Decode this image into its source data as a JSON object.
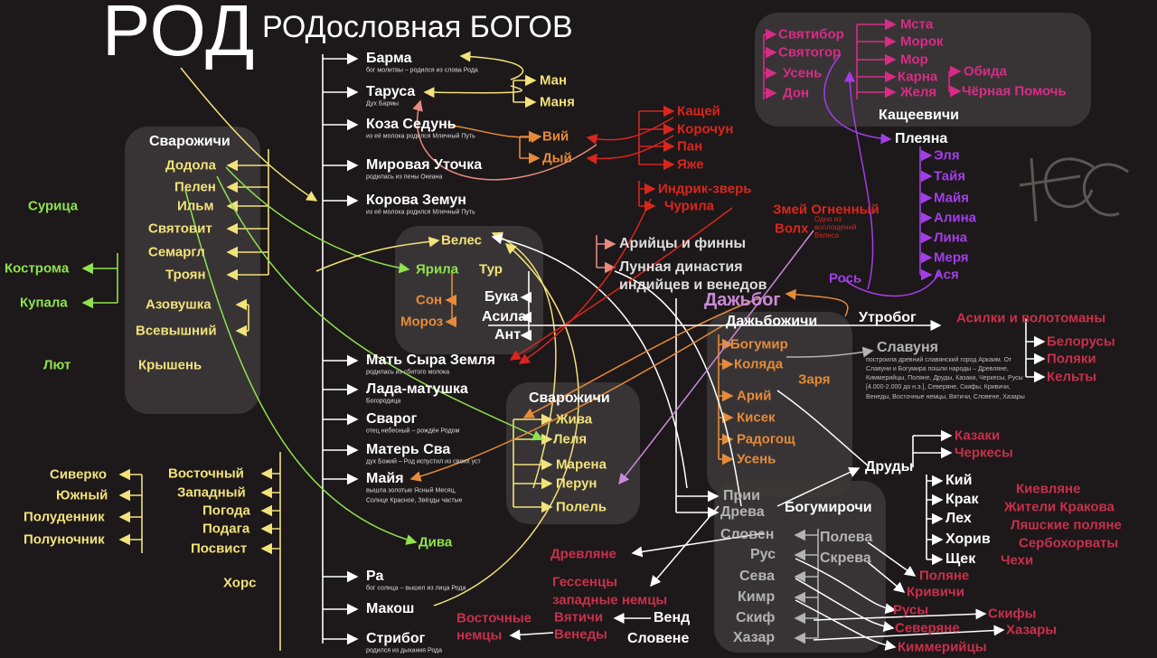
{
  "title": {
    "main": "РОД",
    "sub": "РОДословная БОГОВ"
  },
  "rod_children": [
    {
      "name": "Барма",
      "note": "бог молитвы – родился из слова Рода"
    },
    {
      "name": "Таруса",
      "note": "Дух Бармы"
    },
    {
      "name": "Коза Седунь",
      "note": "из её молока родился Млечный Путь"
    },
    {
      "name": "Мировая Уточка",
      "note": "родилась из пены Океана"
    },
    {
      "name": "Корова Земун",
      "note": "из её молока родился Млечный Путь"
    },
    {
      "name": "Мать Сыра Земля",
      "note": "родилась из сбитого молока"
    },
    {
      "name": "Лада-матушка",
      "note": "Богородица"
    },
    {
      "name": "Сварог",
      "note": "отец небесный – рождён Родом"
    },
    {
      "name": "Матерь Сва",
      "note": "дух Божий – Род испустил из своих уст"
    },
    {
      "name": "Майя",
      "note": "вышла золотые Ясный Месяц,",
      "note2": "Солнце Красное, Звёзды частые"
    },
    {
      "name": "Ра",
      "note": "бог солнца – вышел из лица Рода"
    },
    {
      "name": "Макош"
    },
    {
      "name": "Стрибог",
      "note": "родился из дыхания Рода"
    }
  ],
  "svarozhichi_left": {
    "title": "Сварожичи",
    "items": [
      "Додола",
      "Пелен",
      "Ильм",
      "Святовит",
      "Семаргл",
      "Троян",
      "Азовушка",
      "Всевышний",
      "Крышень"
    ],
    "children": [
      "Сурица",
      "Кострома",
      "Купала",
      "Лют"
    ]
  },
  "winds": {
    "sons": [
      "Восточный",
      "Западный",
      "Погода",
      "Подага",
      "Посвист"
    ],
    "grandsons": [
      "Сиверко",
      "Южный",
      "Полуденник",
      "Полуночник"
    ],
    "hors": "Хорс"
  },
  "barma_children": [
    "Ман",
    "Маня"
  ],
  "koza_children": [
    "Вий",
    "Дый"
  ],
  "veles_group": {
    "veles": "Велес",
    "yarila": "Ярила",
    "tur": "Тур",
    "son": "Сон",
    "moroz": "Мороз",
    "buka": "Бука",
    "asila": "Асила",
    "ant": "Ант"
  },
  "kashchey_group": [
    "Кащей",
    "Корочун",
    "Пан",
    "Яже"
  ],
  "indrik": "Индрик-зверь",
  "churila": "Чурила",
  "zmey": {
    "line1": "Змей Огненный",
    "line2": "Волх",
    "note": "Одно из воплощений Велеса"
  },
  "lunar": {
    "ariitsy": "Арийцы и финны",
    "line1": "Лунная династия",
    "line2": "индийцев и венедов"
  },
  "kashcheevichi": {
    "title": "Кащеевичи",
    "left": [
      "Святибор",
      "Святогор",
      "Усень",
      "Дон"
    ],
    "right": [
      "Мста",
      "Морок",
      "Мор",
      "Карна",
      "Желя"
    ],
    "karna_children": [
      "Обида",
      "Чёрная Помочь"
    ]
  },
  "pleyana": {
    "name": "Плеяна",
    "daughters": [
      "Эля",
      "Тайя",
      "Майя",
      "Алина",
      "Лина",
      "Меря",
      "Ася"
    ]
  },
  "ros": "Рось",
  "dazhbog": {
    "name": "Дажьбог",
    "group_title": "Дажьбожичи",
    "children": [
      "Богумир",
      "Коляда",
      "Арий",
      "Кисек",
      "Радогощ",
      "Усень"
    ],
    "zarya": "Заря"
  },
  "utrobog": "Утробог",
  "asilki": {
    "name": "Асилки и волотоманы",
    "children": [
      "Белорусы",
      "Поляки",
      "Кельты"
    ]
  },
  "slavunya": {
    "name": "Славуня",
    "note": "построила древний славянский город Аркаим. От Славуни и Богумира пошли народы – Древляне, Киммерийцы, Поляне, Друды, Казаки, Черкесы, Русы [4.000-2.000 до н.э.], Северяне, Скифы, Кривичи, Венеды, Восточные немцы, Вятичи, Словене, Хазары"
  },
  "kazaki": [
    "Казаки",
    "Черкесы"
  ],
  "drudy": "Друды",
  "kiy_brothers": [
    {
      "name": "Кий",
      "people": "Киевляне"
    },
    {
      "name": "Крак",
      "people": "Жители Кракова"
    },
    {
      "name": "Лех",
      "people": "Ляшские поляне"
    },
    {
      "name": "Хорив",
      "people": "Сербохорваты"
    },
    {
      "name": "Щек",
      "people": "Чехи"
    }
  ],
  "svarozhichi_mid": {
    "title": "Сварожичи",
    "items": [
      "Жива",
      "Леля",
      "Марена",
      "Перун",
      "Полель"
    ]
  },
  "diva": "Дива",
  "bogumirochi": {
    "title": "Богумирочи",
    "prii": "Прии",
    "dreva": "Древа",
    "sons": [
      "Словен",
      "Рус",
      "Сева",
      "Кимр",
      "Скиф",
      "Хазар"
    ],
    "polev": "Полева",
    "skrev": "Скрева"
  },
  "peoples": {
    "drevlyane": "Древляне",
    "gessency": "Гессенцы",
    "zapadnye": "западные немцы",
    "vyatichi": "Вятичи",
    "venedy": "Венеды",
    "vostochnye1": "Восточные",
    "vostochnye2": "немцы",
    "vend": "Венд",
    "slovene": "Словене",
    "polyane": "Поляне",
    "krivichi": "Кривичи",
    "rusy": "Русы",
    "skify": "Скифы",
    "severyane": "Северяне",
    "hazary": "Хазары",
    "kimmeriytsy": "Киммерийцы"
  },
  "logo": "ЮС",
  "colors": {
    "background": "#1d1819",
    "box": "#3b3737",
    "white": "#ffffff",
    "yellow": "#f2e27a",
    "green": "#8fe24e",
    "orange": "#e58b3a",
    "red": "#d8261e",
    "crimson": "#c8304c",
    "pink": "#d72c86",
    "purple": "#a23ee8",
    "lilac": "#c98ad8",
    "gray": "#b3b3b3"
  }
}
